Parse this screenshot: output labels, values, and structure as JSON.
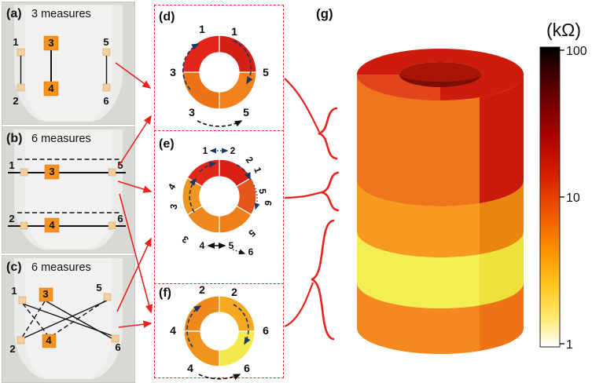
{
  "panels": {
    "a": {
      "label": "(a)",
      "title": "3 measures",
      "electrodes": [
        "1",
        "2",
        "3",
        "4",
        "5",
        "6"
      ]
    },
    "b": {
      "label": "(b)",
      "title": "6 measures",
      "electrodes": [
        "1",
        "2",
        "3",
        "4",
        "5",
        "6"
      ]
    },
    "c": {
      "label": "(c)",
      "title": "6 measures",
      "electrodes": [
        "1",
        "2",
        "3",
        "4",
        "5",
        "6"
      ]
    }
  },
  "rings": {
    "d": {
      "label": "(d)",
      "numbers": [
        "1",
        "1",
        "3",
        "5",
        "3",
        "5"
      ],
      "colors": {
        "tl": "#e2261a",
        "tr": "#d31f14",
        "br": "#f0811b",
        "bl": "#ed7317"
      }
    },
    "e": {
      "label": "(e)",
      "numbers": [
        "1",
        "2",
        "2",
        "1",
        "5",
        "6",
        "5",
        "4",
        "5",
        "6",
        "3",
        "3",
        "4"
      ],
      "colors": {
        "s1": "#da2014",
        "s2": "#e4571a",
        "s3": "#ef7f1a",
        "s4": "#ee891d",
        "s5": "#f0951f",
        "s6": "#e02817"
      }
    },
    "f": {
      "label": "(f)",
      "numbers": [
        "2",
        "2",
        "4",
        "6",
        "4",
        "6"
      ],
      "colors": {
        "tl": "#ee8a1c",
        "tr": "#f4a91e",
        "br": "#f3e94b",
        "bl": "#f0931d"
      }
    }
  },
  "cylinder": {
    "label": "(g)",
    "colors": {
      "top_left": "#e2451c",
      "top_right": "#cd1b0d",
      "hole": "#a81405",
      "hole_shadow": "#7e0e03",
      "band1_left": "#ef761d",
      "band1_right": "#c91a0c",
      "band2_left": "#f79a1e",
      "band2_right": "#ea850f",
      "band3_left": "#f3ee52",
      "band3_right": "#ece23b",
      "band4_left": "#f5881e",
      "band4_right": "#ee7314"
    }
  },
  "colorbar": {
    "unit": "(kΩ)",
    "ticks": [
      "100",
      "10",
      "1"
    ],
    "gradient": [
      "#000000",
      "#3f0000",
      "#7c0000",
      "#b00600",
      "#d62000",
      "#ef5a00",
      "#fb9200",
      "#ffc51e",
      "#ffe96e",
      "#ffffff"
    ]
  },
  "colors": {
    "connector_red": "#e8231f",
    "arrow_navy": "#1c3667",
    "arrow_black": "#111111",
    "electrode_active": "#f6921e",
    "electrode_passive": "#f2cf9e"
  }
}
